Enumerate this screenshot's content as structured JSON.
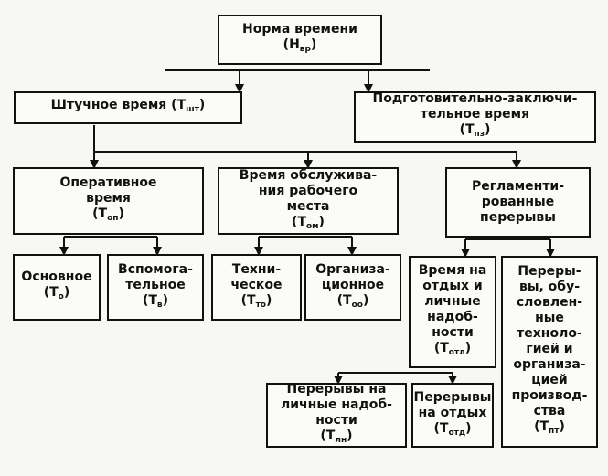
{
  "nodes": {
    "norm": {
      "lines": "Норма времени",
      "sym": "Н",
      "sub": "вр"
    },
    "piece": {
      "lines": "Штучное время",
      "sym": "Т",
      "sub": "шт"
    },
    "prep": {
      "lines": "Подготовительно-заключи-\nтельное время",
      "sym": "Т",
      "sub": "пз"
    },
    "oper": {
      "lines": "Оперативное\nвремя",
      "sym": "Т",
      "sub": "оп"
    },
    "service": {
      "lines": "Время обслужива-\nния рабочего\nместа",
      "sym": "Т",
      "sub": "ом"
    },
    "regulated": {
      "lines": "Регламенти-\nрованные\nперерывы",
      "sym": "",
      "sub": ""
    },
    "main": {
      "lines": "Основное",
      "sym": "Т",
      "sub": "о"
    },
    "aux": {
      "lines": "Вспомога-\nтельное",
      "sym": "Т",
      "sub": "в"
    },
    "tech": {
      "lines": "Техни-\nческое",
      "sym": "Т",
      "sub": "то"
    },
    "org": {
      "lines": "Организа-\nционное",
      "sym": "Т",
      "sub": "оо"
    },
    "rest": {
      "lines": "Время на\nотдых и\nличные\nнадоб-\nности",
      "sym": "Т",
      "sub": "отл"
    },
    "techbreaks": {
      "lines": "Переры-\nвы, обу-\nсловлен-\nные\nтехноло-\nгией и\nорганиза-\nцией\nпроизвод-\nства",
      "sym": "Т",
      "sub": "пт"
    },
    "personal": {
      "lines": "Перерывы на\nличные надоб-\nности",
      "sym": "Т",
      "sub": "лн"
    },
    "relax": {
      "lines": "Перерывы\nна отдых",
      "sym": "Т",
      "sub": "отд"
    }
  }
}
